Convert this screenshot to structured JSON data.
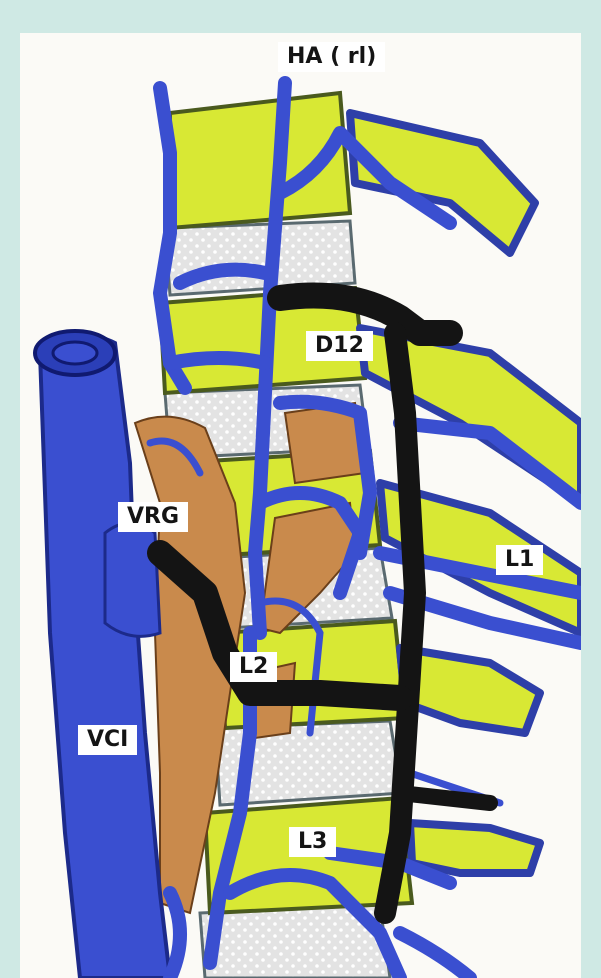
{
  "labels": {
    "ha_rl": "HA ( rl)",
    "d12": "D12",
    "vrg": "VRG",
    "l1": "L1",
    "l2": "L2",
    "vci": "VCI",
    "l3": "L3"
  },
  "colors": {
    "frame": "#cfe9e4",
    "background": "#fbfaf6",
    "vein_blue": "#3a4fd0",
    "vertebra_yellow": "#d8e834",
    "disc_gray": "#dcdcdc",
    "renal_orange": "#c98a4c",
    "dark_vein": "#141414"
  }
}
